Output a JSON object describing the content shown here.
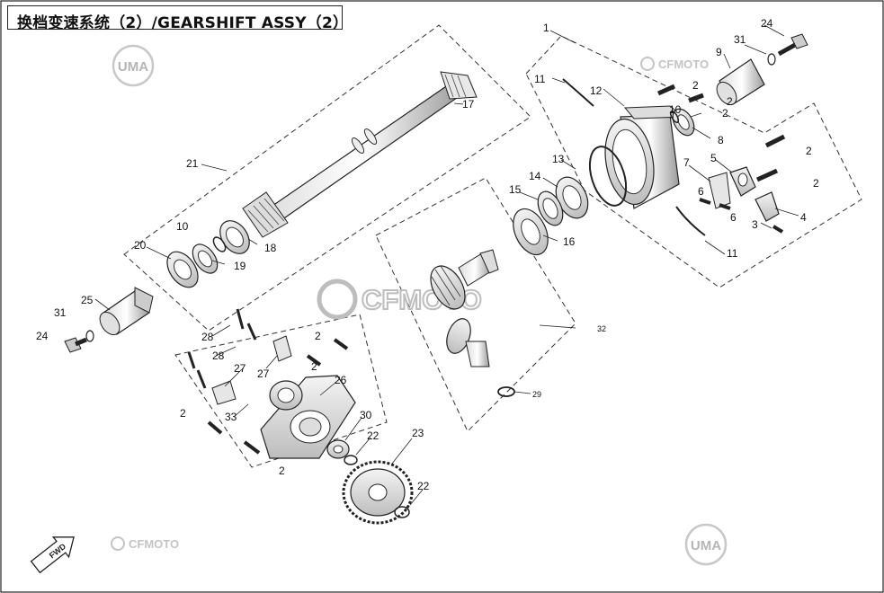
{
  "title": "换档变速系统（2）/GEARSHIFT ASSY（2）",
  "watermarks": {
    "uma": "UMA",
    "cfmoto": "CFMOTO"
  },
  "fwd_label": "FWD",
  "callouts": [
    "1",
    "2",
    "2",
    "2",
    "2",
    "2",
    "2",
    "2",
    "2",
    "2",
    "3",
    "4",
    "5",
    "6",
    "6",
    "7",
    "8",
    "9",
    "10",
    "10",
    "11",
    "11",
    "12",
    "13",
    "14",
    "15",
    "16",
    "17",
    "18",
    "19",
    "20",
    "21",
    "22",
    "22",
    "23",
    "24",
    "24",
    "25",
    "26",
    "27",
    "27",
    "28",
    "28",
    "29",
    "30",
    "31",
    "31",
    "32",
    "33"
  ],
  "colors": {
    "line": "#1a1a1a",
    "dash": "#333333",
    "watermark": "#b5b5b5"
  }
}
